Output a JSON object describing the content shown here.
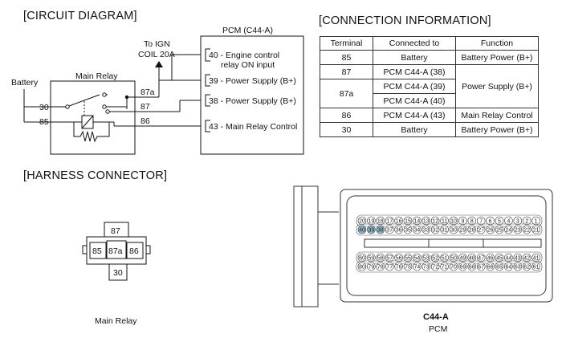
{
  "sections": {
    "circuit": "[CIRCUIT DIAGRAM]",
    "connection": "[CONNECTION INFORMATION]",
    "harness": "[HARNESS CONNECTOR]"
  },
  "circuit": {
    "battery": "Battery",
    "main_relay": "Main Relay",
    "ign_line1": "To IGN",
    "ign_line2": "COIL 20A",
    "pcm_title": "PCM (C44-A)",
    "relay_pins": {
      "p30": "30",
      "p85": "85",
      "p87a": "87a",
      "p87": "87",
      "p86": "86"
    },
    "pcm_pins": [
      {
        "line1": "40 - Engine control",
        "line2": "relay ON input"
      },
      {
        "line1": "39 - Power Supply (B+)"
      },
      {
        "line1": "38 - Power Supply (B+)"
      },
      {
        "line1": "43 - Main Relay Control"
      }
    ]
  },
  "table": {
    "headers": [
      "Terminal",
      "Connected to",
      "Function"
    ],
    "rows": {
      "r85": {
        "terminal": "85",
        "connected": "Battery",
        "function": "Battery Power (B+)"
      },
      "r87": {
        "terminal": "87",
        "connected": "PCM C44-A (38)"
      },
      "r87a": {
        "terminal": "87a",
        "connected1": "PCM C44-A (39)",
        "connected2": "PCM C44-A (40)",
        "function": "Power Supply (B+)"
      },
      "r86": {
        "terminal": "86",
        "connected": "PCM C44-A (43)",
        "function": "Main Relay Control"
      },
      "r30": {
        "terminal": "30",
        "connected": "Battery",
        "function": "Battery Power (B+)"
      }
    }
  },
  "harness": {
    "relay_pins": {
      "p87": "87",
      "p85": "85",
      "p87a": "87a",
      "p86": "86",
      "p30": "30"
    },
    "relay_caption": "Main Relay",
    "pcm_connector": {
      "row1": [
        20,
        19,
        18,
        17,
        16,
        15,
        14,
        13,
        12,
        11,
        10,
        9,
        8,
        7,
        6,
        5,
        4,
        3,
        2,
        1
      ],
      "row2": [
        40,
        39,
        38,
        37,
        36,
        35,
        34,
        33,
        32,
        31,
        30,
        29,
        28,
        27,
        26,
        25,
        24,
        23,
        22,
        21
      ],
      "row3": [
        60,
        59,
        58,
        57,
        56,
        55,
        54,
        53,
        52,
        51,
        50,
        49,
        48,
        47,
        46,
        45,
        44,
        43,
        42,
        41
      ],
      "row4": [
        80,
        79,
        78,
        77,
        76,
        75,
        74,
        73,
        72,
        71,
        70,
        69,
        68,
        67,
        66,
        65,
        64,
        63,
        62,
        61
      ],
      "highlighted": [
        40,
        39,
        38
      ],
      "highlight_color": "#8fb8cc",
      "name": "C44-A",
      "subtitle": "PCM"
    }
  }
}
